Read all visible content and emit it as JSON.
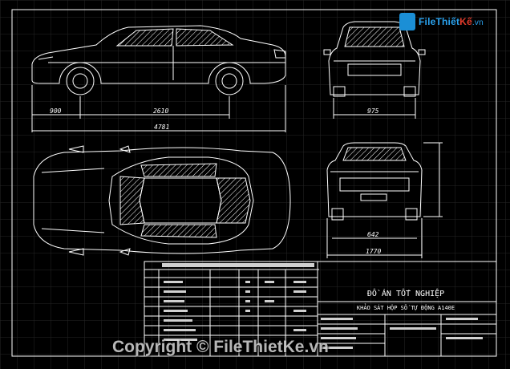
{
  "brand": {
    "name_a": "File",
    "name_b": "Thiết",
    "name_c": "Kế",
    "domain": ".vn",
    "icon": "file-icon"
  },
  "dimensions": {
    "front_overhang": "900",
    "wheelbase": "2610",
    "overall_length": "4781",
    "rear_width": "975",
    "front_track": "642",
    "overall_width": "1770"
  },
  "title_block": {
    "title": "ĐỒ ÁN TỐT NGHIỆP",
    "subtitle": "KHẢO SÁT HỘP SỐ TỰ ĐỘNG A140E"
  },
  "watermark": "Copyright © FileThietKe.vn",
  "colors": {
    "background": "#000000",
    "lines": "#ffffff",
    "grid": "#262626",
    "brand_blue": "#2aa3f0",
    "brand_red": "#e23b2a"
  }
}
